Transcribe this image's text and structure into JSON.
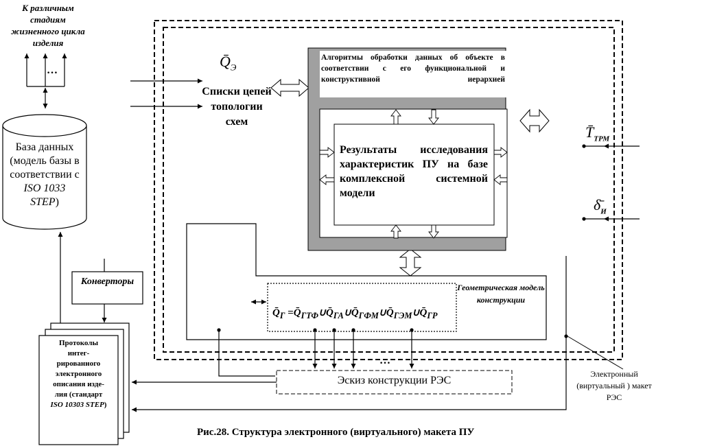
{
  "lifecycle_label": "К различным стадиям жизненного цикла изделия",
  "lifecycle_ellipsis": "…",
  "database": {
    "line1": "База данных",
    "line2": "(модель базы в",
    "line3": "соответствии с",
    "line4": "ISO 1033",
    "line5": "STEP",
    "line5_suffix": ")"
  },
  "converters": "Конверторы",
  "protocols": {
    "line1": "Протоколы",
    "line2": "интег-",
    "line3": "рированного",
    "line4": "электронного",
    "line5": "описания изде-",
    "line6": "лия (стандарт",
    "line7": "ISO 10303 STEP",
    "line7_suffix": ")"
  },
  "qe": {
    "symbol": "Q̄",
    "subscript": "Э"
  },
  "circuits": "Списки цепей топологии схем",
  "algorithms": "Алгоритмы обработки данных об объекте в соответствии с его функциональной и конструктивной иерархией",
  "results": "Результаты исследования характеристик ПУ на базе комплексной системной модели",
  "geometric_model": "Геометрическая модель конструкции",
  "formula": {
    "lhs": "Q̄",
    "lhs_sub": "Г",
    "eq": "=",
    "t1": "Q̄",
    "t1_sub": "ГТФ",
    "t2": "Q̄",
    "t2_sub": "ГА",
    "t3": "Q̄",
    "t3_sub": "ГФМ",
    "t4": "Q̄",
    "t4_sub": "ГЭМ",
    "t5": "Q̄",
    "t5_sub": "ГР",
    "union": "∪"
  },
  "sketch": "Эскиз конструкции РЭС",
  "sketch_ellipsis": "…",
  "trm": {
    "symbol": "T̄",
    "subscript": "ТРМ"
  },
  "delta": {
    "symbol": "δ̄",
    "subscript": "И"
  },
  "electronic_model": "Электронный (виртуальный ) макет РЭС",
  "caption": "Рис.28. Структура электронного (виртуального) макета ПУ"
}
